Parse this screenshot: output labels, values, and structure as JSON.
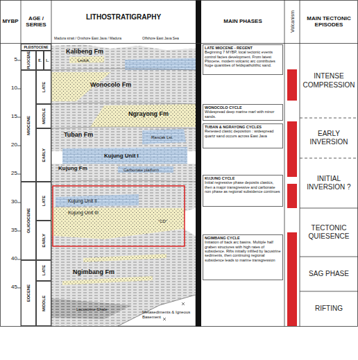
{
  "diagram": {
    "nodes": [
      {
        "text": [
          "MYBP"
        ]
      },
      {
        "text": [
          "AGE / SERIES"
        ]
      },
      {
        "text": [
          "LITHOSTRATIGRAPHY"
        ]
      },
      {
        "text": [
          "MAIN PHASES"
        ]
      },
      {
        "text": [
          "Volcanism"
        ]
      },
      {
        "text": [
          "MAIN TECTONIC EPISODES"
        ]
      },
      {
        "text": [
          "PLEISTOCENE"
        ]
      },
      {
        "text": [
          "PLIOCENE"
        ]
      },
      {
        "text": [
          "E."
        ]
      },
      {
        "text": [
          "L."
        ]
      },
      {
        "text": [
          "MIOCENE"
        ]
      },
      {
        "text": [
          "LATE"
        ]
      },
      {
        "text": [
          "MIDDLE"
        ]
      },
      {
        "text": [
          "EARLY"
        ]
      },
      {
        "text": [
          "OLIGOCENE"
        ]
      },
      {
        "text": [
          "LATE"
        ]
      },
      {
        "text": [
          "EARLY"
        ]
      },
      {
        "text": [
          "EOCENE"
        ]
      },
      {
        "text": [
          "LATE"
        ]
      },
      {
        "text": [
          "MIDDLE"
        ]
      },
      {
        "text": [
          "LATE MIOCENE - REGENT",
          "Beginning 7 MYBP, local tectonic events control facies development. From latest Pliocene, modern volcanic arc contributes huge quantities of feldspatholithic sand."
        ]
      },
      {
        "text": [
          "WONOCOLO CYCLE",
          "Widespread deep marine marl with minor sands."
        ]
      },
      {
        "text": [
          "TUBAN & NGRAYONG CYCLES",
          "Renewed clastic deposition : widespread quartz sand occurs across East Java"
        ]
      },
      {
        "text": [
          "KUJUNG CYCLE",
          "Initial regressive phase deposits clastics, then a major transgressive and carbonate non phase as regional subsidence continues"
        ]
      },
      {
        "text": [
          "NGIMBANG CYCLE",
          "Initiation of back arc basins. Multiple half graben structures with high rates of subsidence. Rifts initially infilled by lacustrine sediments, then continuing regional subsidence leads to marine transgression"
        ]
      },
      {
        "text": [
          "INTENSE COMPRESSION"
        ]
      },
      {
        "text": [
          "EARLY INVERSION"
        ]
      },
      {
        "text": [
          "INITIAL INVERSION ?"
        ]
      },
      {
        "text": [
          "TECTONIC QUIESENCE"
        ]
      },
      {
        "text": [
          "SAG PHASE"
        ]
      },
      {
        "text": [
          "RIFTING"
        ]
      }
    ],
    "labels": [
      "5",
      "10",
      "15",
      "20",
      "25",
      "30",
      "35",
      "40",
      "45",
      "Madura strait / Onshore East Java / Madura",
      "Offshore East Java Sea",
      "Kalibeng Fm",
      "Ledok",
      "Wonocolo Fm",
      "Ngrayong Fm",
      "Tuban Fm",
      "Rancak Lst.",
      "Kujung Unit I",
      "Kujung Fm",
      "Carbonate platform",
      "Kujung Unit II",
      "Kujung Unit III",
      "\"CD\"",
      "Ngimbang Fm",
      "Lacustrine Shale",
      "Metasediments & Igneous Basement"
    ]
  }
}
